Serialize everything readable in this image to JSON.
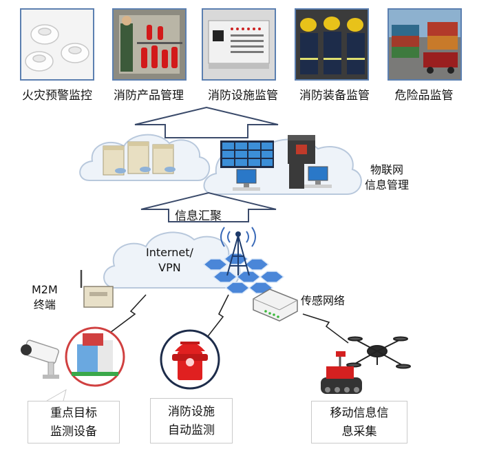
{
  "top_categories": [
    {
      "label": "火灾预警监控"
    },
    {
      "label": "消防产品管理"
    },
    {
      "label": "消防设施监管"
    },
    {
      "label": "消防装备监管"
    },
    {
      "label": "危险品监管"
    }
  ],
  "iot_label": [
    "物联网",
    "信息管理"
  ],
  "aggregation_label": "信息汇聚",
  "network_label": [
    "Internet/",
    "VPN"
  ],
  "m2m_label": [
    "M2M",
    "终端"
  ],
  "sensor_label": "传感网络",
  "bottom_boxes": [
    {
      "lines": [
        "重点目标",
        "监测设备"
      ]
    },
    {
      "lines": [
        "消防设施",
        "自动监测"
      ]
    },
    {
      "lines": [
        "移动信息信",
        "息采集"
      ]
    }
  ],
  "colors": {
    "photo_border": "#5b7fb0",
    "arrow_stroke": "#3a4a6a",
    "cloud_fill": "#eef3f9",
    "cloud_stroke": "#b8c8dc",
    "hydrant_red": "#e02020"
  }
}
